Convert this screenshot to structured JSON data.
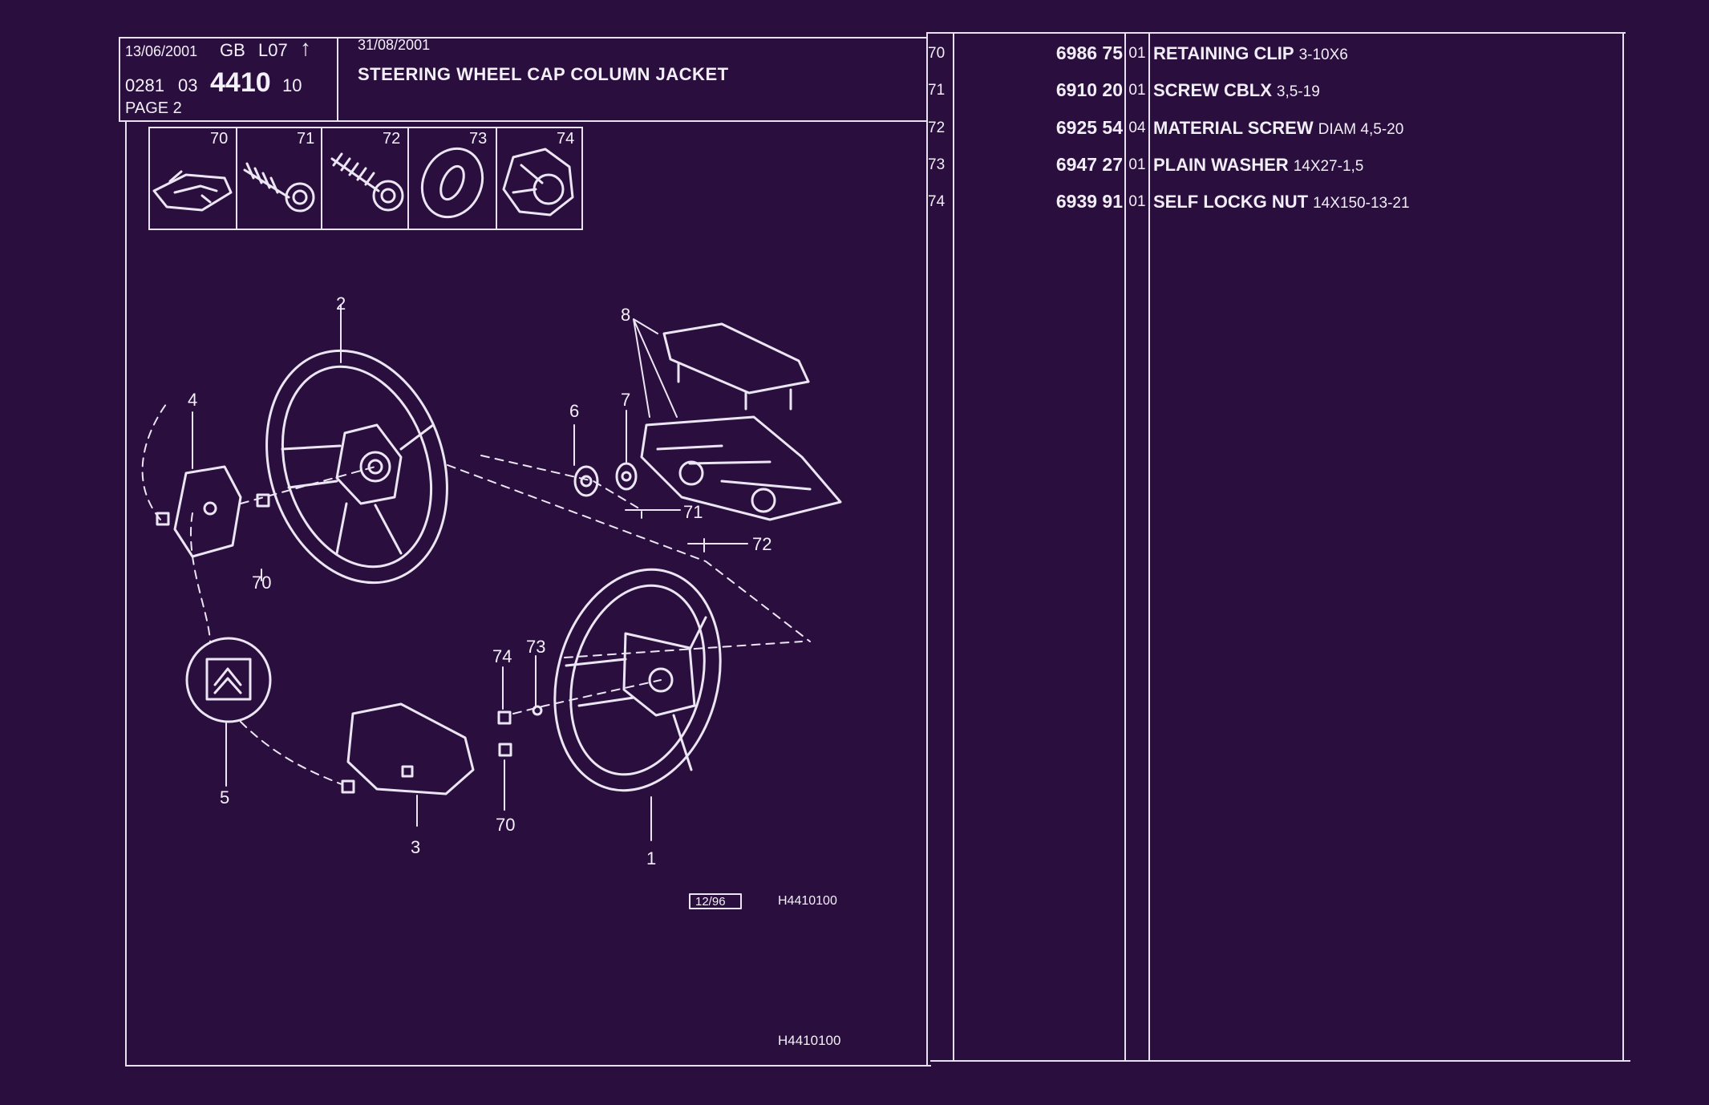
{
  "header": {
    "print_date": "13/06/2001",
    "country": "GB",
    "vehicle_code": "L07",
    "arrow_glyph": "↑",
    "ref_prefix_1": "0281",
    "ref_prefix_2": "03",
    "group_number": "4410",
    "ref_suffix": "10",
    "page_label": "PAGE 2",
    "sheet_date": "31/08/2001",
    "title": "STEERING WHEEL CAP COLUMN JACKET"
  },
  "thumbnails": [
    {
      "number": "70",
      "icon": "retaining-clip-icon"
    },
    {
      "number": "71",
      "icon": "screw-icon"
    },
    {
      "number": "72",
      "icon": "material-screw-icon"
    },
    {
      "number": "73",
      "icon": "plain-washer-icon"
    },
    {
      "number": "74",
      "icon": "lock-nut-icon"
    }
  ],
  "diagram": {
    "callouts": [
      "2",
      "4",
      "70",
      "8",
      "6",
      "7",
      "71",
      "72",
      "74",
      "73",
      "5",
      "3",
      "70",
      "1"
    ],
    "date_box": "12/96",
    "drawing_ref": "H4410100",
    "footer_ref": "H4410100"
  },
  "parts": [
    {
      "line": "70",
      "reference": "6986 75",
      "qty": "01",
      "description": "RETAINING CLIP",
      "spec": "3-10X6"
    },
    {
      "line": "71",
      "reference": "6910 20",
      "qty": "01",
      "description": "SCREW CBLX",
      "spec": "3,5-19"
    },
    {
      "line": "72",
      "reference": "6925 54",
      "qty": "04",
      "description": "MATERIAL SCREW",
      "spec": "DIAM 4,5-20"
    },
    {
      "line": "73",
      "reference": "6947 27",
      "qty": "01",
      "description": "PLAIN WASHER",
      "spec": "14X27-1,5"
    },
    {
      "line": "74",
      "reference": "6939 91",
      "qty": "01",
      "description": "SELF LOCKG NUT",
      "spec": "14X150-13-21"
    }
  ],
  "colors": {
    "background": "#2a0f3e",
    "ink": "#f2eef8"
  }
}
